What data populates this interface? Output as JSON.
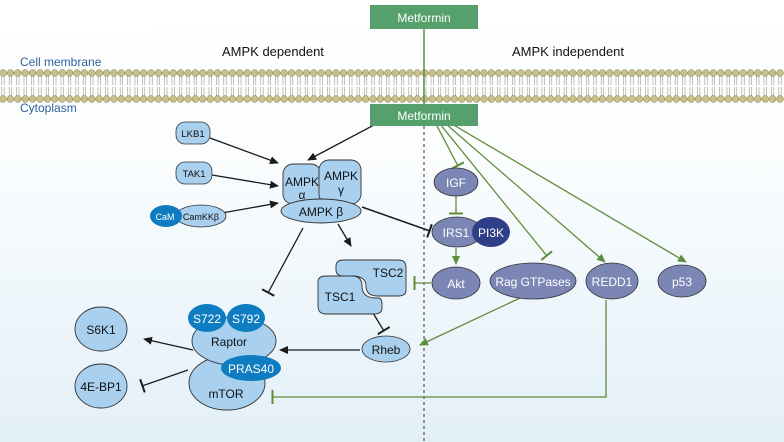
{
  "regions": {
    "left_title": "AMPK dependent",
    "right_title": "AMPK independent",
    "membrane_label": "Cell membrane",
    "cytoplasm_label": "Cytoplasm"
  },
  "nodes": {
    "metformin_out": "Metformin",
    "metformin_in": "Metformin",
    "lkb1": "LKB1",
    "tak1": "TAK1",
    "cam": "CaM",
    "camkkb": "CamKKβ",
    "ampk_a_1": "AMPK",
    "ampk_a_2": "α",
    "ampk_g_1": "AMPK",
    "ampk_g_2": "γ",
    "ampk_b": "AMPK β",
    "igf": "IGF",
    "irs1": "IRS1",
    "pi3k": "PI3K",
    "akt": "Akt",
    "rag": "Rag GTPases",
    "redd1": "REDD1",
    "p53": "p53",
    "tsc2": "TSC2",
    "tsc1": "TSC1",
    "rheb": "Rheb",
    "s722": "S722",
    "s792": "S792",
    "raptor": "Raptor",
    "pras40": "PRAS40",
    "mtor": "mTOR",
    "s6k1": "S6K1",
    "ebp1": "4E-BP1"
  },
  "colors": {
    "light_node": "#a9d0ef",
    "dark_node": "#0e7cc1",
    "grey_node": "#7c86b5",
    "green_box": "#55a06c",
    "green_line": "#5d8c3a",
    "black_line": "#1a1a1a",
    "membrane_head": "#c8c087",
    "label_blue": "#2e5fa0"
  }
}
